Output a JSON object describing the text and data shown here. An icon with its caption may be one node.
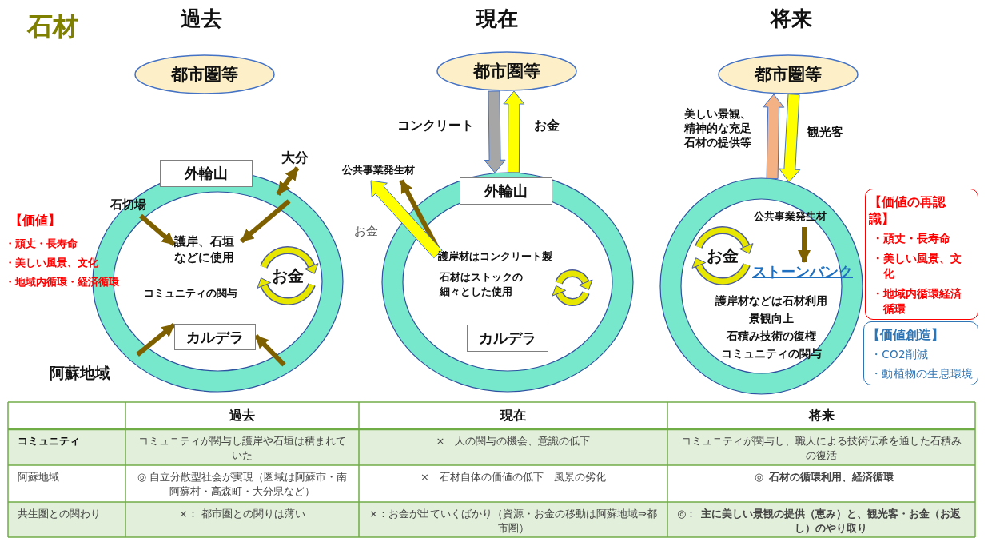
{
  "diagram": {
    "title": "石材",
    "nodes": [
      {
        "text": [
          "都市圏等"
        ]
      },
      {
        "text": [],
        "shape": "circle"
      },
      {
        "text": [
          "外輪山"
        ]
      },
      {
        "text": [
          "カルデラ"
        ],
        "in": 1
      },
      {
        "text": [
          "大分"
        ]
      },
      {
        "text": [
          "石切場"
        ]
      },
      {
        "text": [
          "護岸、石垣などに使用"
        ],
        "in": 1
      },
      {
        "text": [
          "お金"
        ],
        "in": 1
      },
      {
        "text": [
          "都市圏等"
        ]
      },
      {
        "text": [],
        "shape": "circle"
      },
      {
        "text": [
          "外輪山"
        ],
        "in": 9
      },
      {
        "text": [
          "カルデラ"
        ],
        "in": 9
      },
      {
        "text": [
          "公共事業発生材"
        ]
      },
      {
        "text": [
          "護岸材はコンクリート製"
        ],
        "in": 9
      },
      {
        "text": [
          "石材はストックの細々とした使用"
        ],
        "in": 9
      },
      {
        "text": [
          "都市圏等"
        ]
      },
      {
        "text": [],
        "shape": "circle"
      },
      {
        "text": [
          "公共事業発生材"
        ],
        "in": 16
      },
      {
        "text": [
          "ストーンバンク"
        ],
        "in": 16
      },
      {
        "text": [
          "お金"
        ],
        "in": 16
      },
      {
        "text": [
          "【価値の再認識】",
          "・頑丈・長寿命",
          "・美しい風景、文化",
          "・地域内循環経済循環"
        ]
      },
      {
        "text": [
          "【価値創造】",
          "・CO2削減",
          "・動植物の生息環境"
        ]
      }
    ],
    "edges": [
      {
        "from": 4,
        "to": 1,
        "arrow": "both"
      },
      {
        "from": 1,
        "to": 6,
        "arrow": "to"
      },
      {
        "from": 5,
        "to": 6,
        "arrow": "to"
      },
      {
        "from": 1,
        "to": 3,
        "arrow": "to"
      },
      {
        "from": 1,
        "to": 3,
        "arrow": "to"
      },
      {
        "from": 8,
        "to": 9,
        "arrow": "to",
        "label": "コンクリート",
        "color": "#a6a6a6"
      },
      {
        "from": 9,
        "to": 8,
        "arrow": "to",
        "label": "お金",
        "color": "#ffff00"
      },
      {
        "from": 13,
        "to": 12,
        "arrow": "to"
      },
      {
        "from": 13,
        "to": 12,
        "arrow": "to",
        "label": "お金",
        "color": "#ffff00"
      },
      {
        "from": 16,
        "to": 15,
        "arrow": "to",
        "label": "美しい景観、精神的な充足石材の提供等",
        "color": "#f4b183"
      },
      {
        "from": 15,
        "to": 16,
        "arrow": "to",
        "label": "観光客",
        "color": "#ffff00"
      },
      {
        "from": 17,
        "to": 18,
        "arrow": "to"
      }
    ],
    "labels": [
      "過去",
      "現在",
      "将来",
      "【価値】",
      "・頑丈・長寿命",
      "・美しい風景、文化",
      "・地域内循環・経済循環",
      "コミュニティの関与",
      "阿蘇地域",
      "護岸材などは石材利用",
      "景観向上",
      "石積み技術の復権",
      "コミュニティの関与",
      "過去",
      "現在",
      "将来",
      "コミュニティ",
      "コミュニティが関与し護岸や石垣は積まれていた",
      "×　人の関与の機会、意識の低下",
      "コミュニティが関与し、職人による技術伝承を通した石積みの復活",
      "阿蘇地域",
      "◎ 自立分散型社会が実現（圏域は阿蘇市・南阿蘇村・高森町・大分県など）",
      "×　石材自体の価値の低下　風景の劣化",
      "◎　**石材の循環利用、経済循環**",
      "共生圏との関わり",
      "×： 都市圏との関りは薄い",
      "×：お金が出ていくばかり（資源・お金の移動は阿蘇地域⇒都市圏）",
      "◎：**主に美しい景観の提供（恵み）と、観光客・お金（お返し）のやり取り**"
    ]
  }
}
